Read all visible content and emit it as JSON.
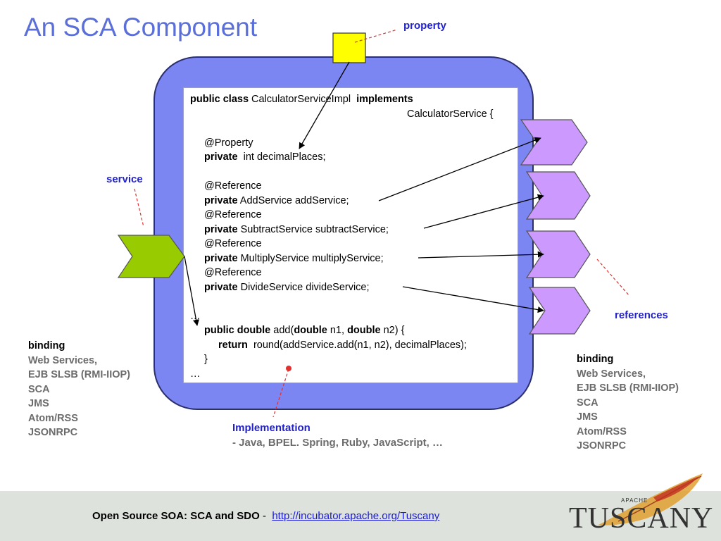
{
  "title": "An SCA Component",
  "labels": {
    "property": "property",
    "service": "service",
    "references": "references"
  },
  "code_lines": [
    {
      "bold": "public class",
      "rest": " CalculatorServiceImpl  ",
      "bold2": "implements"
    },
    {
      "indent": "CalculatorService {"
    },
    {
      "plain": ""
    },
    {
      "plain": "@Property"
    },
    {
      "bold": "private",
      "rest": "  int decimalPlaces;"
    },
    {
      "plain": ""
    },
    {
      "plain": "@Reference"
    },
    {
      "bold": "private",
      "rest": " AddService addService;"
    },
    {
      "plain": "@Reference"
    },
    {
      "bold": "private",
      "rest": " SubtractService subtractService;"
    },
    {
      "plain": "@Reference"
    },
    {
      "bold": "private",
      "rest": " MultiplyService multiplyService;"
    },
    {
      "plain": "@Reference"
    },
    {
      "bold": "private",
      "rest": " DivideService divideService;"
    },
    {
      "plain": ""
    },
    {
      "plain": "…"
    },
    {
      "mixed": [
        "public double",
        " add(",
        "double",
        " n1, ",
        "double",
        " n2) {"
      ]
    },
    {
      "bold": "return",
      "rest": "  round(addService.add(n1, n2), decimalPlaces);"
    },
    {
      "plain": "}"
    },
    {
      "plain": "…"
    }
  ],
  "binding_left": {
    "heading": "binding",
    "items": [
      "Web Services,",
      "EJB SLSB (RMI-IIOP)",
      "SCA",
      "JMS",
      "Atom/RSS",
      "JSONRPC"
    ]
  },
  "binding_right": {
    "heading": "binding",
    "items": [
      "Web Services,",
      "EJB SLSB (RMI-IIOP)",
      "SCA",
      "JMS",
      "Atom/RSS",
      "JSONRPC"
    ]
  },
  "implementation": {
    "heading": "Implementation",
    "detail": "- Java, BPEL. Spring, Ruby, JavaScript, …"
  },
  "footer": {
    "text": "Open Source SOA: SCA and SDO",
    "separator": " -  ",
    "link": "http://incubator.apache.org/Tuscany"
  },
  "logo": {
    "top": "APACHE",
    "name": "TUSCANY"
  },
  "colors": {
    "title": "#5b6fd8",
    "component": "#7b86f2",
    "service": "#99cc00",
    "reference": "#cc99ff",
    "property": "#ffff00",
    "label_blue": "#2222cc",
    "annotation_red": "#e03030"
  }
}
